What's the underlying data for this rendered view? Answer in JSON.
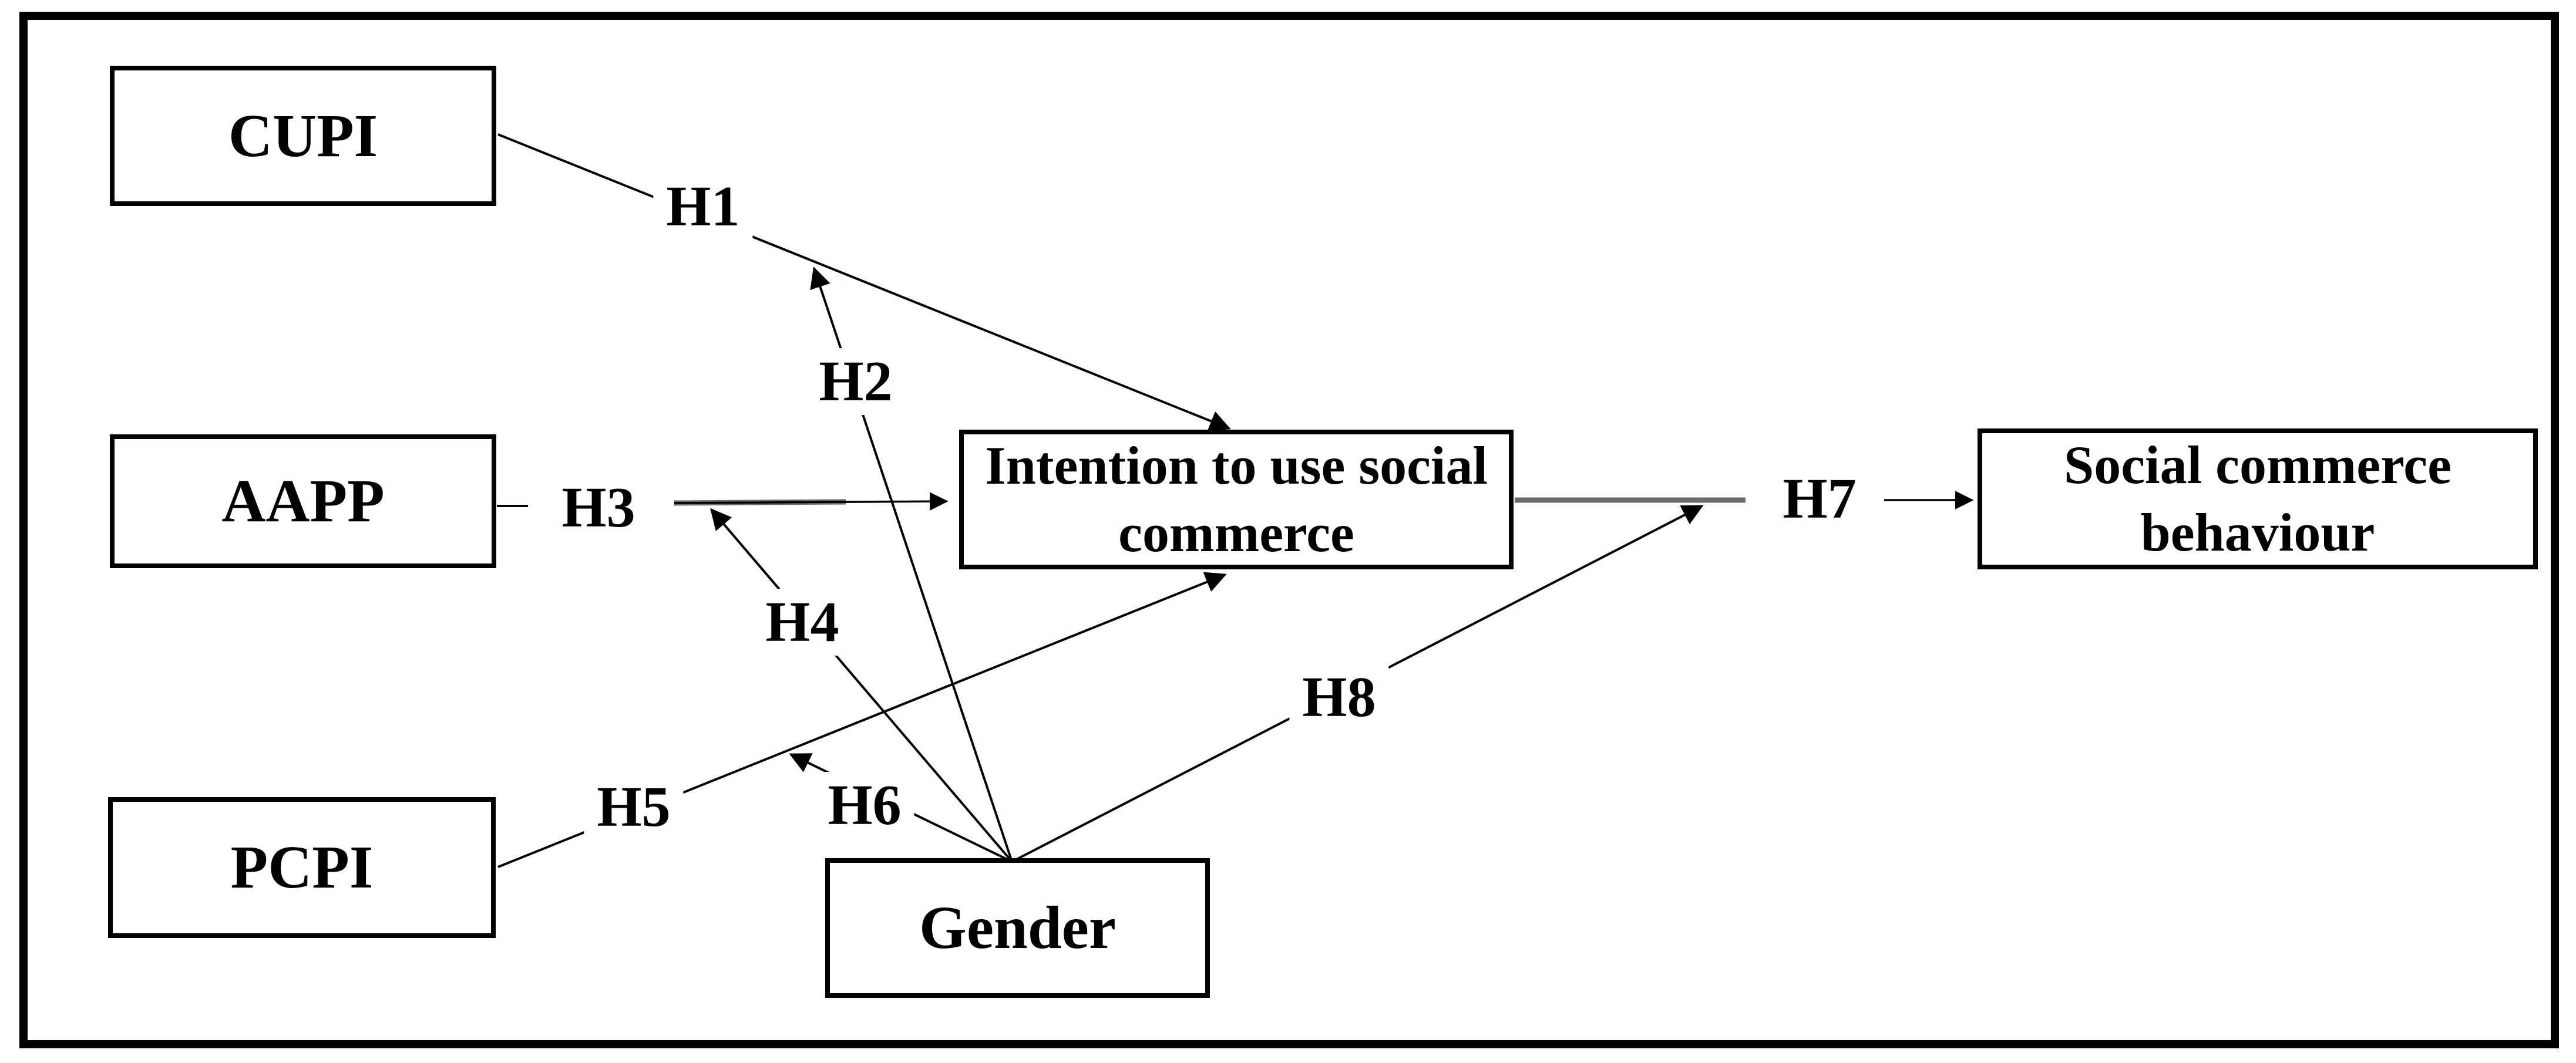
{
  "figure": {
    "type": "research-model-path-diagram",
    "background": "#ffffff",
    "colors": {
      "frame": "#000000",
      "box_border": "#000000",
      "text": "#000000",
      "arrow_line": "#000000",
      "connector_grey": "#6b6b6b"
    }
  },
  "nodes": {
    "cupi": {
      "label": "CUPI"
    },
    "aapp": {
      "label": "AAPP"
    },
    "pcpi": {
      "label": "PCPI"
    },
    "gender": {
      "label": "Gender"
    },
    "intention": {
      "label_line1": "Intention to use social",
      "label_line2": "commerce"
    },
    "behaviour": {
      "label_line1": "Social commerce",
      "label_line2": "behaviour"
    }
  },
  "hypotheses": {
    "h1": {
      "label": "H1"
    },
    "h2": {
      "label": "H2"
    },
    "h3": {
      "label": "H3"
    },
    "h4": {
      "label": "H4"
    },
    "h5": {
      "label": "H5"
    },
    "h6": {
      "label": "H6"
    },
    "h7": {
      "label": "H7"
    },
    "h8": {
      "label": "H8"
    }
  },
  "edges": [
    {
      "hypothesis": "H1",
      "from": "CUPI",
      "to": "Intention to use social commerce"
    },
    {
      "hypothesis": "H2",
      "from": "Gender",
      "to_path": "H1"
    },
    {
      "hypothesis": "H3",
      "from": "AAPP",
      "to": "Intention to use social commerce"
    },
    {
      "hypothesis": "H4",
      "from": "Gender",
      "to_path": "H3"
    },
    {
      "hypothesis": "H5",
      "from": "PCPI",
      "to": "Intention to use social commerce"
    },
    {
      "hypothesis": "H6",
      "from": "Gender",
      "to_path": "H5"
    },
    {
      "hypothesis": "H7",
      "from": "Intention to use social commerce",
      "to": "Social commerce behaviour"
    },
    {
      "hypothesis": "H8",
      "from": "Gender",
      "to_path": "H7"
    }
  ]
}
